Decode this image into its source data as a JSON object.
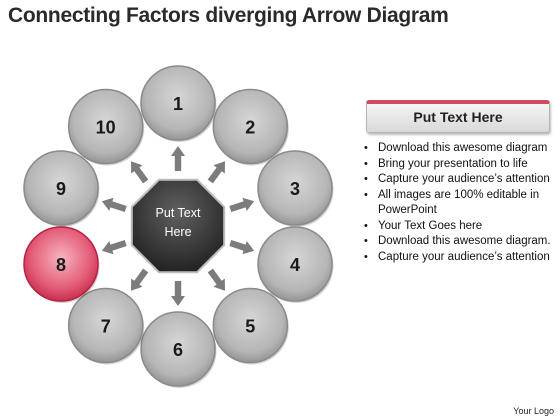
{
  "title": "Connecting Factors diverging Arrow Diagram",
  "center_label_line1": "Put Text",
  "center_label_line2": "Here",
  "nodes": [
    {
      "label": "1",
      "highlighted": false
    },
    {
      "label": "2",
      "highlighted": false
    },
    {
      "label": "3",
      "highlighted": false
    },
    {
      "label": "4",
      "highlighted": false
    },
    {
      "label": "5",
      "highlighted": false
    },
    {
      "label": "6",
      "highlighted": false
    },
    {
      "label": "7",
      "highlighted": false
    },
    {
      "label": "8",
      "highlighted": true
    },
    {
      "label": "9",
      "highlighted": false
    },
    {
      "label": "10",
      "highlighted": false
    }
  ],
  "panel": {
    "header": "Put Text Here",
    "bullets": [
      "Download this awesome diagram",
      "Bring your presentation to life",
      "Capture your audience’s attention",
      "All images are 100% editable in PowerPoint",
      "Your Text Goes here",
      "Download this awesome diagram.",
      "Capture your audience’s attention"
    ]
  },
  "logo": "Your Logo",
  "colors": {
    "node_gray": "#9a9a9a",
    "node_highlight": "#d93d5c",
    "center_dark": "#2e2e2e",
    "arrow": "#7c7c7c",
    "header_accent": "#d04a62"
  }
}
